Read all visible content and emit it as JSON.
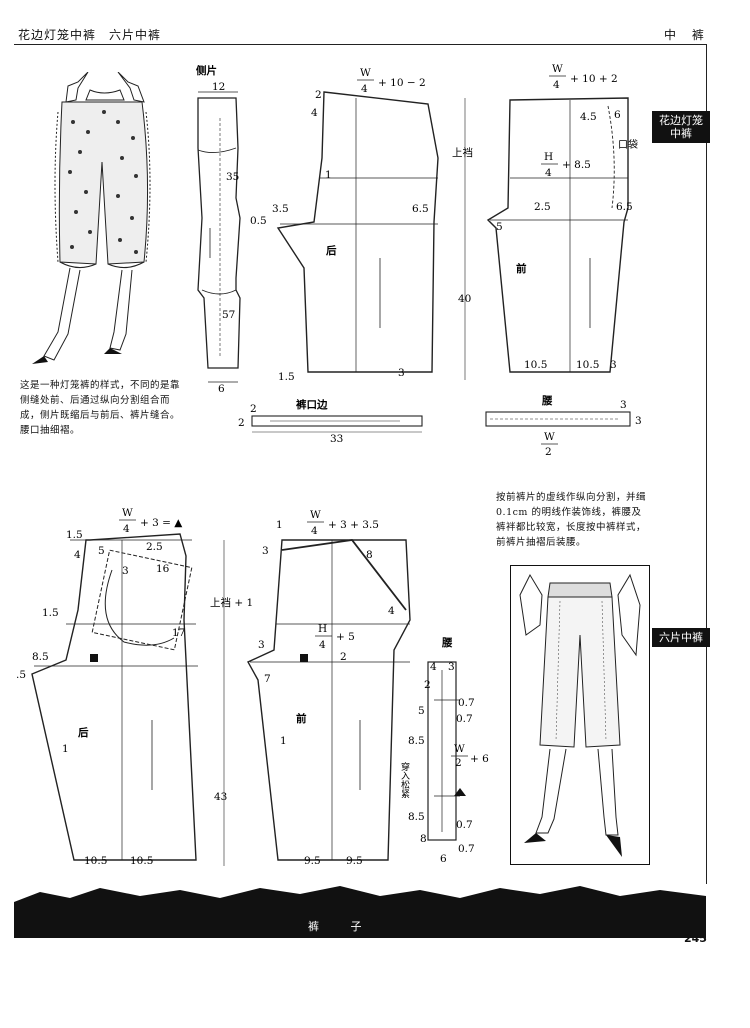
{
  "header": {
    "left_title": "花边灯笼中裤　六片中裤",
    "right_title": "中 裤"
  },
  "side_tabs": {
    "tab1": "花边灯笼中裤",
    "tab2": "六片中裤"
  },
  "captions": {
    "lantern": "这是一种灯笼裤的样式，不同的是靠侧缝处前、后通过纵向分割组合而成，侧片既缩后与前后、裤片缝合。腰口抽细褶。",
    "six_piece": "按前裤片的虚线作纵向分割，并缉 0.1cm 的明线作装饰线，裤腰及裤袢都比较宽，长度按中裤样式，前裤片抽褶后装腰。"
  },
  "top_diagram": {
    "side_piece_title": "侧片",
    "back_label": "后",
    "front_label": "前",
    "hem_band_title": "裤口边",
    "waist_band_title": "腰",
    "pocket_label": "口袋",
    "rise_label": "上裆",
    "dims": {
      "side_width": "12",
      "side_35": "35",
      "side_57": "57",
      "side_bottom": "6",
      "back_waist": "+ 10 − 2",
      "front_waist": "+ 10 + 2",
      "front_hip": "+ 8.5",
      "w": "W",
      "h": "H",
      "four": "4",
      "two": "2",
      "one": "1",
      "three": "3",
      "four_five": "4.5",
      "six": "6",
      "six_five": "6.5",
      "three_five": "3.5",
      "zero_five": "0.5",
      "two_five": "2.5",
      "five": "5",
      "ten_five": "10.5",
      "one_five": "1.5",
      "forty": "40",
      "thirty_three": "33"
    }
  },
  "bottom_diagram": {
    "back_label": "后",
    "front_label": "前",
    "waist_title": "腰",
    "rise_label": "上裆 + 1",
    "loop_label": "穿入松紧",
    "dims": {
      "back_waist": "+ 3 = ▲",
      "front_waist": "+ 3 + 3.5",
      "front_hip": "+ 5",
      "waist_band": "+ 6",
      "forty_three": "43",
      "nine_five": "9.5",
      "sixteen": "16",
      "seventeen": "17",
      "eight": "8",
      "eight_five": "8.5",
      "zero_seven": "0.7",
      "seven": "7",
      "dot_five": ".5"
    }
  },
  "footer": {
    "label": "裤 子",
    "page_number": "245"
  }
}
